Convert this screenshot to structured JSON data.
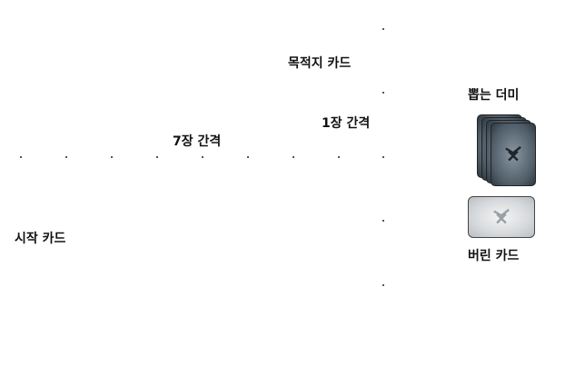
{
  "labels": {
    "goal_cards": "목적지 카드",
    "draw_pile": "뽑는 더미",
    "one_gap": "1장 간격",
    "seven_gap": "7장 간격",
    "start_card": "시작 카드",
    "discard_pile": "버린 카드"
  },
  "colors": {
    "goal_card": "#a8621f",
    "draw_pile": "#4f5d68",
    "discard_pile": "#d6d9dc",
    "start_card": "#7da7b5"
  }
}
